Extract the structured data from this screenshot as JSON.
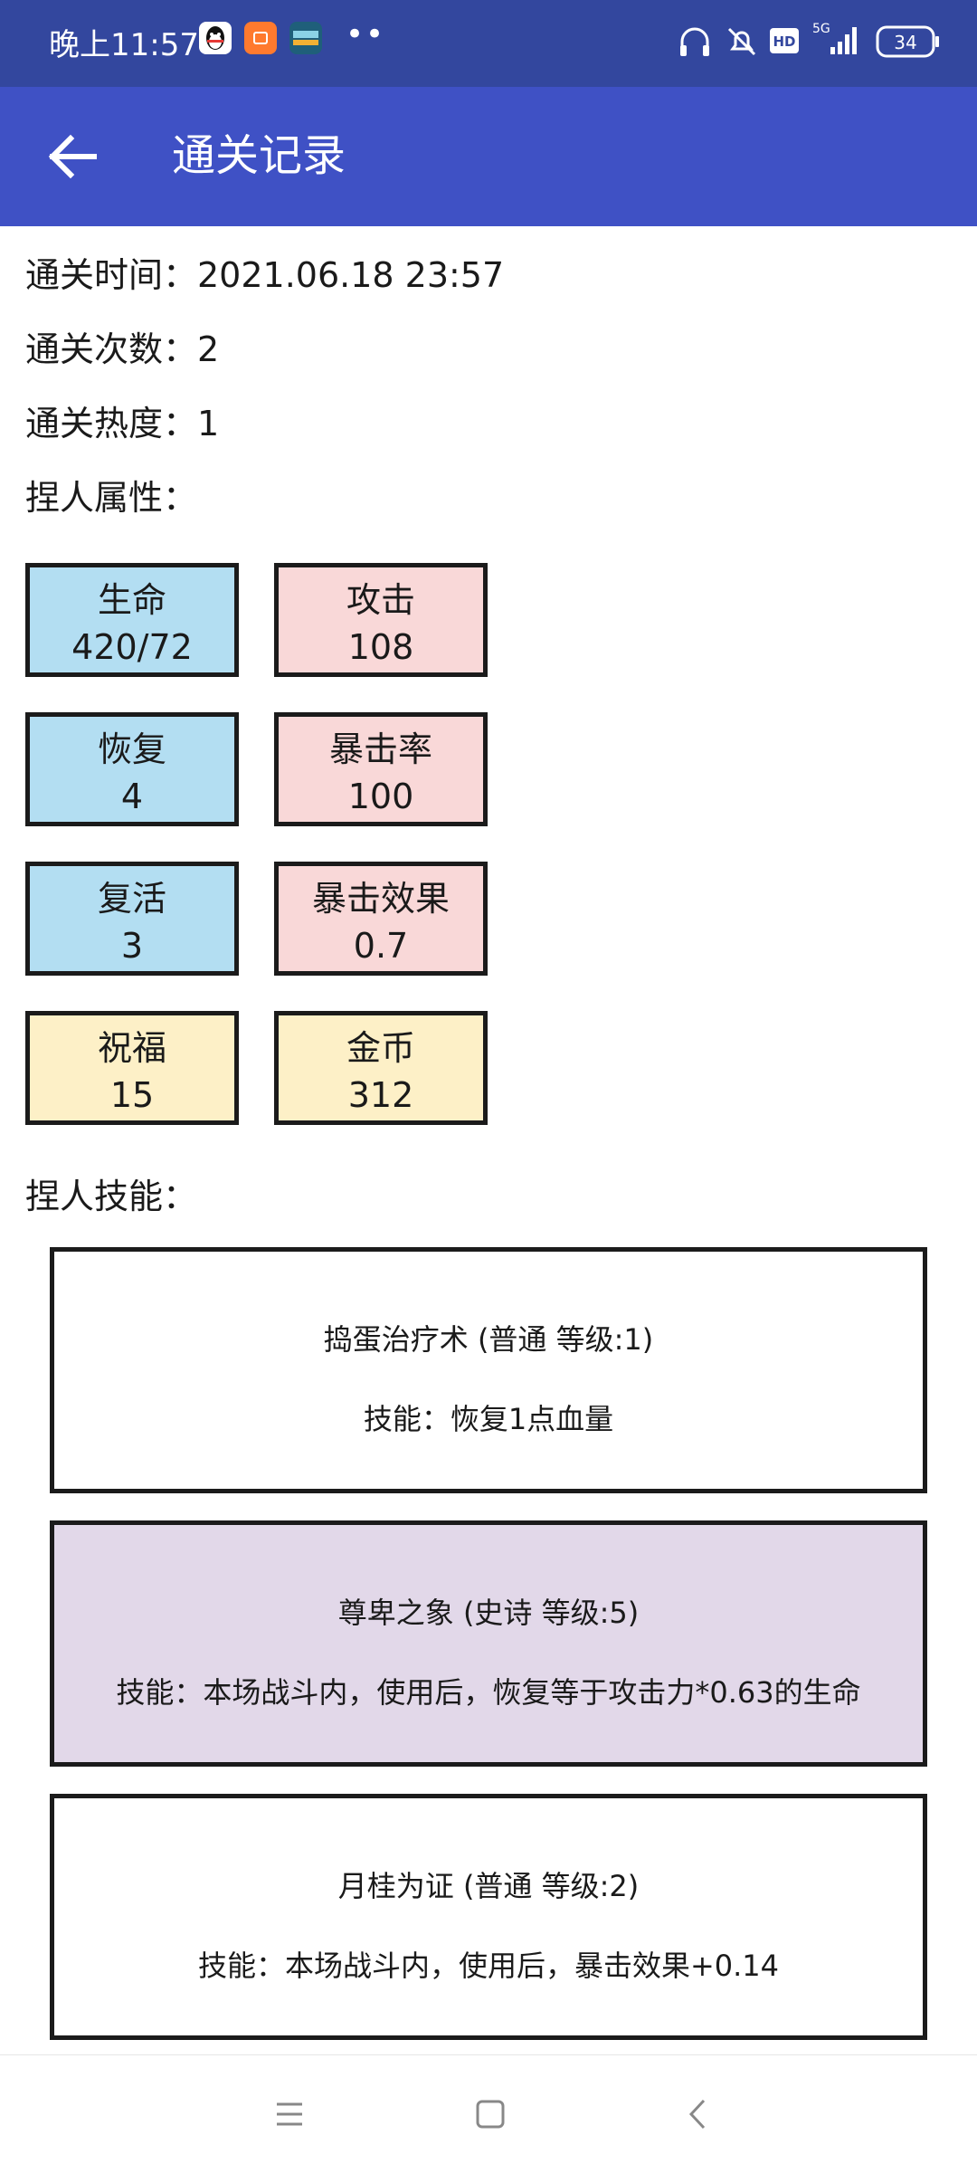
{
  "status_bar": {
    "time": "晚上11:57",
    "more": "••",
    "network": "5G",
    "battery": "34"
  },
  "app_bar": {
    "title": "通关记录"
  },
  "info": {
    "time_label": "通关时间：2021.06.18 23:57",
    "count_label": "通关次数：2",
    "heat_label": "通关热度：1",
    "attr_heading": "捏人属性：",
    "skill_heading": "捏人技能："
  },
  "attributes": [
    {
      "label": "生命",
      "value": "420/72",
      "color": "#b3def2"
    },
    {
      "label": "攻击",
      "value": "108",
      "color": "#f9d8d8"
    },
    {
      "label": "恢复",
      "value": "4",
      "color": "#b3def2"
    },
    {
      "label": "暴击率",
      "value": "100",
      "color": "#f9d8d8"
    },
    {
      "label": "复活",
      "value": "3",
      "color": "#b3def2"
    },
    {
      "label": "暴击效果",
      "value": "0.7",
      "color": "#f9d8d8"
    },
    {
      "label": "祝福",
      "value": "15",
      "color": "#fdf0c7"
    },
    {
      "label": "金币",
      "value": "312",
      "color": "#fdf0c7"
    }
  ],
  "skills": [
    {
      "name": "捣蛋治疗术 (普通 等级:1)",
      "desc": "技能：恢复1点血量",
      "color": "#ffffff"
    },
    {
      "name": "尊卑之象 (史诗 等级:5)",
      "desc": "技能：本场战斗内，使用后，恢复等于攻击力*0.63的生命",
      "color": "#e2d8e9"
    },
    {
      "name": "月桂为证 (普通 等级:2)",
      "desc": "技能：本场战斗内，使用后，暴击效果+0.14",
      "color": "#ffffff"
    }
  ],
  "colors": {
    "status_bar": "#33479e",
    "app_bar": "#3f51c5"
  }
}
